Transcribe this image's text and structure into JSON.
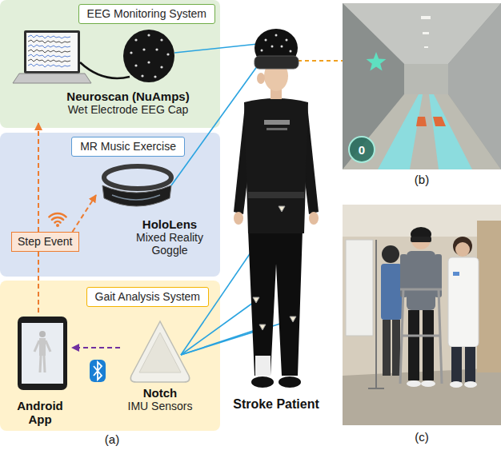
{
  "diagram": {
    "nodes": [
      {
        "text": [
          "EEG Monitoring System"
        ]
      },
      {
        "text": [
          "Neuroscan (NuAmps)",
          "Wet Electrode EEG Cap"
        ],
        "in": 0
      },
      {
        "text": [
          "MR Music Exercise"
        ]
      },
      {
        "text": [
          "HoloLens",
          "Mixed Reality Goggle"
        ],
        "in": 2
      },
      {
        "text": [
          "Step Event"
        ],
        "in": 2
      },
      {
        "text": [
          "Gait Analysis System"
        ]
      },
      {
        "text": [
          "Android App"
        ],
        "in": 5
      },
      {
        "text": [
          "Notch",
          "IMU Sensors"
        ],
        "in": 5
      },
      {
        "text": [
          "0"
        ]
      }
    ],
    "edges": [
      {
        "from": 6,
        "to": 4,
        "arrow": "none"
      },
      {
        "from": 4,
        "to": 1,
        "arrow": "to"
      },
      {
        "from": 4,
        "to": 3,
        "arrow": "to"
      },
      {
        "from": 7,
        "to": 6,
        "arrow": "to"
      }
    ],
    "labels": [
      "Stroke Patient",
      "(a)",
      "(b)",
      "(c)"
    ]
  }
}
